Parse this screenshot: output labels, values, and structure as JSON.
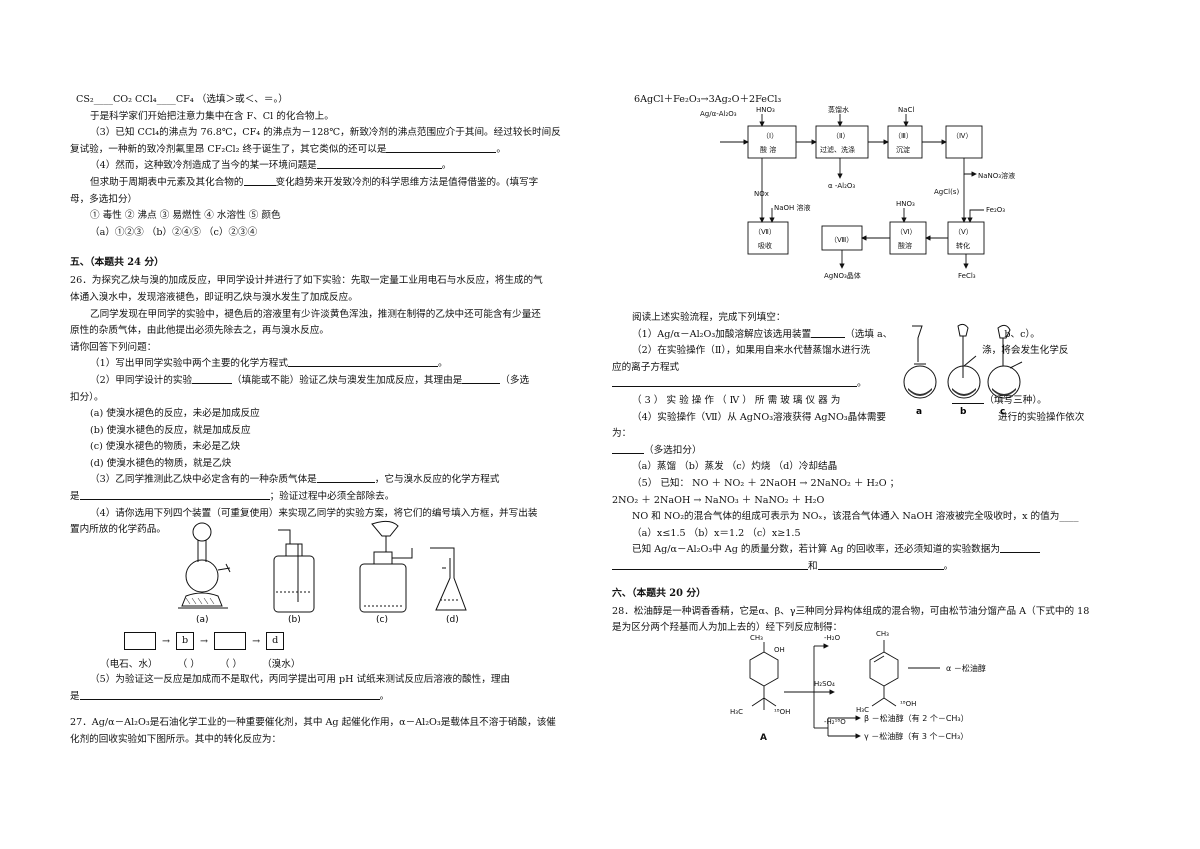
{
  "left": {
    "line1": "CS₂____CO₂   CCl₄____CF₄   （选填＞或＜、＝。）",
    "line2": "于是科学家们开始把注意力集中在含 F、Cl 的化合物上。",
    "line3": "（3）已知 CCl₄的沸点为 76.8℃，CF₄ 的沸点为－128℃，新致冷剂的沸点范围应介于其间。经过较长时间反",
    "line4": "复试验，一种新的致冷剂氟里昂 CF₂Cl₂ 终于诞生了，其它类似的还可以是",
    "line5": "（4）然而，这种致冷剂造成了当今的某一环境问题是",
    "line6": "但求助于周期表中元素及其化合物的",
    "line6b": "变化趋势来开发致冷剂的科学思维方法是值得借鉴的。(填写字",
    "line7": "母，多选扣分）",
    "line8": "① 毒性   ② 沸点   ③ 易燃性   ④ 水溶性   ⑤ 颜色",
    "line9": "（a）①②③        （b）②④⑤        （c）②③④",
    "sec5": "五、（本题共 24 分）",
    "q26_1": "26．为探究乙炔与溴的加成反应，甲同学设计并进行了如下实验：先取一定量工业用电石与水反应，将生成的气",
    "q26_2": "体通入溴水中，发现溶液褪色，即证明乙炔与溴水发生了加成反应。",
    "q26_3": "乙同学发现在甲同学的实验中，褪色后的溶液里有少许淡黄色浑浊，推测在制得的乙炔中还可能含有少量还",
    "q26_4": "原性的杂质气体，由此他提出必须先除去之，再与溴水反应。",
    "q26_5": "请你回答下列问题：",
    "q26_6": "（1）写出甲同学实验中两个主要的化学方程式",
    "q26_7a": "（2）甲同学设计的实验",
    "q26_7b": "（填能或不能）验证乙炔与澳发生加成反应，其理由是",
    "q26_7c": "（多选",
    "q26_8": "扣分）。",
    "opt_a": "(a) 使溴水褪色的反应，未必是加成反应",
    "opt_b": "(b) 使溴水褪色的反应，就是加成反应",
    "opt_c": "(c) 使溴水褪色的物质，未必是乙炔",
    "opt_d": "(d) 使溴水褪色的物质，就是乙炔",
    "q26_9a": "（3）乙同学推测此乙炔中必定含有的一种杂质气体是",
    "q26_9b": "，它与溴水反应的化学方程式",
    "q26_10a": "是",
    "q26_10b": "；验证过程中必须全部除去。",
    "q26_11": "（4）请你选用下列四个装置（可重复使用）来实现乙同学的实验方案，将它们的编号填入方框，并写出装",
    "q26_12": "置内所放的化学药品。",
    "fig_labels": [
      "(a)",
      "(b)",
      "(c)",
      "(d)"
    ],
    "chain_b": "b",
    "chain_d": "d",
    "chain_arrow": "→",
    "chem_labels": [
      "（电石、水）",
      "（      ）",
      "（      ）",
      "（溴水）"
    ],
    "q26_13": "（5）为验证这一反应是加成而不是取代，丙同学提出可用 pH 试纸来测试反应后溶液的酸性，理由",
    "q26_14": "是",
    "q26_14end": "。",
    "q27_1": "27．Ag/α－Al₂O₃是石油化学工业的一种重要催化剂，其中 Ag 起催化作用，α－Al₂O₃是载体且不溶于硝酸，该催",
    "q27_2": "化剂的回收实验如下图所示。其中的转化反应为："
  },
  "right": {
    "reaction": "6AgCl＋Fe₂O₃→3Ag₂O＋2FeCl₃",
    "flow": {
      "input": "Ag/α-Al₂O₃",
      "hno3": "HNO₃",
      "water": "蒸馏水",
      "nacl": "NaCl",
      "b1_num": "（Ⅰ）",
      "b1": "酸  溶",
      "b2_num": "（Ⅱ）",
      "b2": "过滤、洗涤",
      "b3_num": "（Ⅲ）",
      "b3": "沉淀",
      "b4_num": "（Ⅳ）",
      "nano3": "NaNO₃溶液",
      "al2o3": "α -Al₂O₃",
      "nox": "NOx",
      "agcl": "AgCl(s)",
      "naoh": "NaOH 溶液",
      "hno3b": "HNO₃",
      "fe2o3": "Fe₂O₃",
      "b7_num": "（Ⅶ）",
      "b7": "吸收",
      "b8_num": "（Ⅷ）",
      "b6_num": "（Ⅵ）",
      "b6": "酸溶",
      "b5_num": "（Ⅴ）",
      "b5": "转化",
      "agno3": "AgNO₃晶体",
      "fecl3": "FeCl₃"
    },
    "r1": "阅读上述实验流程，完成下列填空：",
    "r2a": "（1）Ag/α－Al₂O₃加酸溶解应该选用装置",
    "r2b": "（选填 a、",
    "r2c": "b、c）。",
    "r3a": "（2）在实验操作（Ⅱ），如果用自来水代替蒸馏水进行洗",
    "r3b": "涤，将会发生化学反",
    "r4": "应的离子方程式",
    "r6a": "（ 3 ） 实 验 操 作 （ Ⅳ ） 所 需 玻 璃 仪 器 为",
    "r6b": "（填写三种）。",
    "r7a": "（4）实验操作（Ⅶ）从 AgNO₃溶液获得 AgNO₃晶体需要",
    "r7b": "进行的实验操作依次",
    "r8": "为：",
    "r9": "（多选扣分）",
    "r10": "（a）蒸馏      （b）蒸发      （c）灼烧      （d）冷却结晶",
    "r11": "（5） 已知： NO ＋ NO₂ ＋ 2NaOH → 2NaNO₂ ＋ H₂O ；",
    "r12": "2NO₂ ＋ 2NaOH → NaNO₃ ＋ NaNO₂ ＋ H₂O",
    "r13": "NO 和 NO₂的混合气体的组成可表示为 NOₓ，该混合气体通入 NaOH 溶液被完全吸收时，x 的值为____",
    "r14": "（a）x≤1.5              （b）x＝1.2              （c）x≥1.5",
    "r15a": "已知 Ag/α－Al₂O₃中 Ag 的质量分数，若计算 Ag 的回收率，还必须知道的实验数据为",
    "r16a": "和",
    "r16end": "。",
    "flask_labels": [
      "a",
      "b",
      "c"
    ],
    "sec6": "六、（本题共 20 分）",
    "q28_1": "28．松油醇是一种调香香精，它是α、β、γ三种同分异构体组成的混合物，可由松节油分馏产品 A（下式中的 18",
    "q28_2": "是为区分两个羟基而人为加上去的）经下列反应制得：",
    "mol": {
      "ch3_top": "CH₃",
      "oh": "OH",
      "h3c": "H₃C",
      "oh18": "¹⁸OH",
      "A": "A",
      "minus_h2o": "-H₂O",
      "h2so4": "H₂SO₄",
      "minus_h218o": "-H₂¹⁸O",
      "alpha": "α －松油醇",
      "beta": "β －松油醇（有 2 个－CH₃）",
      "gamma": "γ －松油醇（有 3 个－CH₃）",
      "ch3_r": "CH₃",
      "h3c_r": "H₃C",
      "oh18_r": "¹⁸OH"
    }
  }
}
